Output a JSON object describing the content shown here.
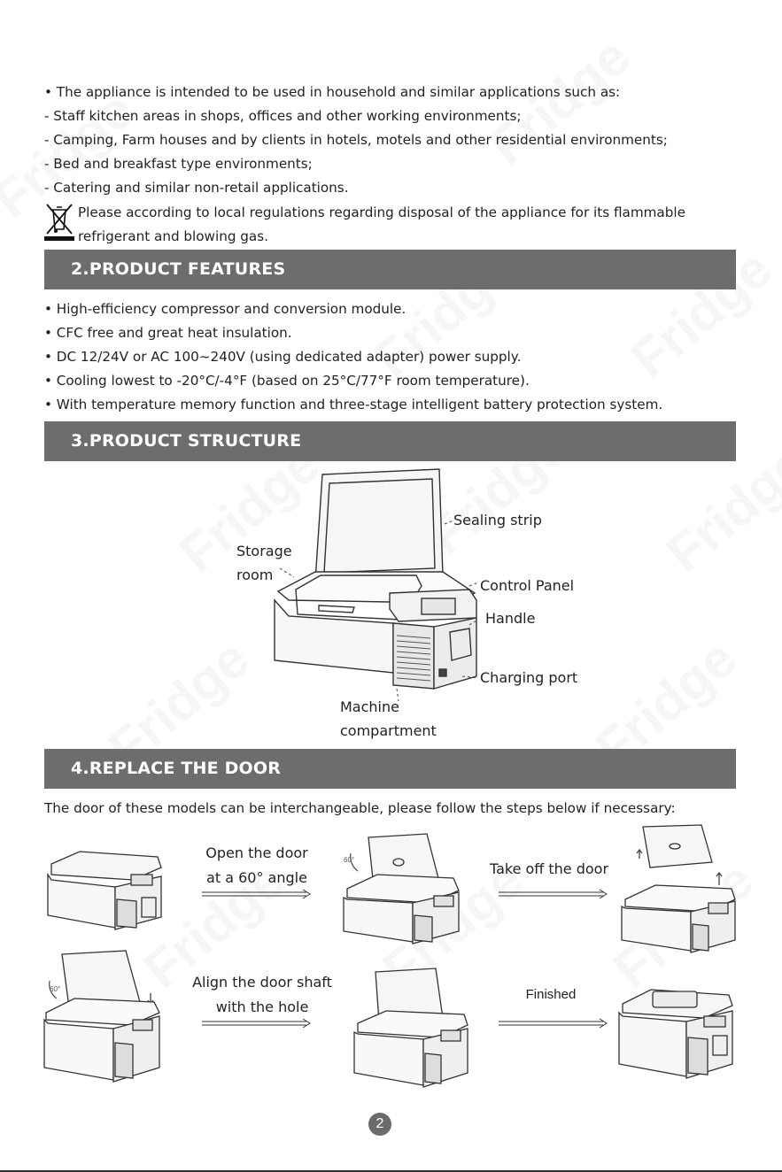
{
  "intro": {
    "lines": [
      "• The appliance is intended to be used in household and similar applications such as:",
      "- Staff kitchen areas in shops, offices and other working environments;",
      "- Camping, Farm houses and by clients in hotels, motels and other residential environments;",
      "- Bed and breakfast type environments;",
      "- Catering and similar non-retail applications."
    ],
    "disposal_line1": "Please according to local regulations regarding disposal of the appliance for its flammable",
    "disposal_line2": "refrigerant and blowing gas.",
    "disposal_icon": "crossed-out-wheelie-bin-icon"
  },
  "features": {
    "heading": "2.PRODUCT FEATURES",
    "items": [
      "• High-efficiency compressor and conversion module.",
      "• CFC free and great heat insulation.",
      "• DC 12/24V or AC 100~240V (using dedicated adapter) power supply.",
      "•  Cooling lowest to  -20°C/-4°F (based on 25°C/77°F room temperature).",
      "•  With temperature memory function and three-stage intelligent battery protection system."
    ]
  },
  "structure": {
    "heading": "3.PRODUCT STRUCTURE",
    "labels": {
      "sealing_strip": "Sealing strip",
      "storage_line1": "Storage",
      "storage_line2": "room",
      "control_panel": "Control Panel",
      "handle": "Handle",
      "charging_port": "Charging port",
      "machine_line1": "Machine",
      "machine_line2": "compartment"
    }
  },
  "door": {
    "heading": "4.REPLACE THE DOOR",
    "intro": "The door of these models can be interchangeable, please follow the steps below if necessary:",
    "step1_line1": "Open the door",
    "step1_line2": "at a 60° angle",
    "step2": "Take off the door",
    "step3_line1": "Align the door shaft",
    "step3_line2": "with the hole",
    "step4": "Finished",
    "angle_label": "60°"
  },
  "watermark": "Fridge",
  "page_number": "2",
  "colors": {
    "section_bar": "#6d6d6f",
    "section_text": "#ffffff",
    "body_text": "#222222",
    "page_badge": "#6b6b6b"
  }
}
